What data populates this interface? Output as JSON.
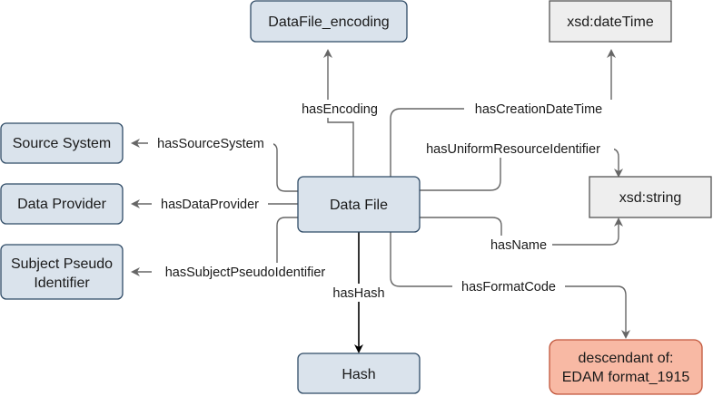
{
  "colors": {
    "class_fill": "#dae3ec",
    "class_stroke": "#2f4b66",
    "datatype_fill": "#eeeeee",
    "datatype_stroke": "#555555",
    "external_fill": "#f8b9a4",
    "external_stroke": "#c0553a",
    "edge": "#666666",
    "edge_hash": "#000000"
  },
  "nodes": {
    "datafile_encoding": {
      "label": "DataFile_encoding"
    },
    "xsd_datetime": {
      "label": "xsd:dateTime"
    },
    "source_system": {
      "label": "Source System"
    },
    "data_provider": {
      "label": "Data Provider"
    },
    "subject_pseudo": {
      "line1": "Subject Pseudo",
      "line2": "Identifier"
    },
    "data_file": {
      "label": "Data File"
    },
    "xsd_string": {
      "label": "xsd:string"
    },
    "hash": {
      "label": "Hash"
    },
    "edam": {
      "line1": "descendant of:",
      "line2": "EDAM format_1915"
    }
  },
  "edges": {
    "has_encoding": "hasEncoding",
    "has_creation_date_time": "hasCreationDateTime",
    "has_source_system": "hasSourceSystem",
    "has_uniform_resource_identifier": "hasUniformResourceIdentifier",
    "has_data_provider": "hasDataProvider",
    "has_name": "hasName",
    "has_subject_pseudo_identifier": "hasSubjectPseudoIdentifier",
    "has_hash": "hasHash",
    "has_format_code": "hasFormatCode"
  }
}
